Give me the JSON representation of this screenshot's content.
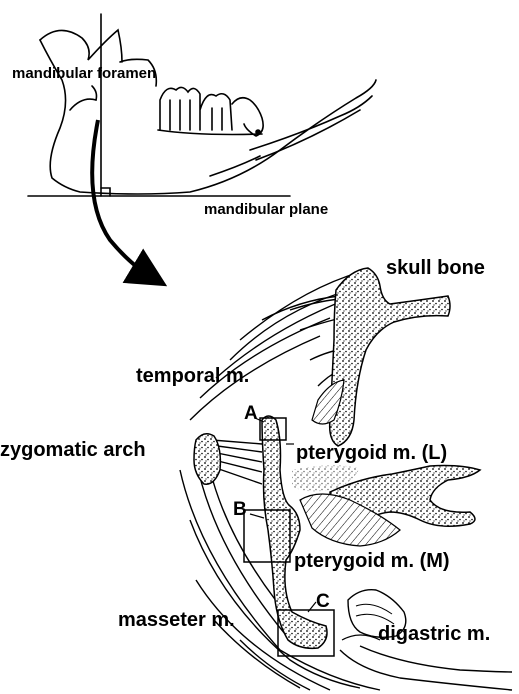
{
  "labels": {
    "mandibular_foramen": "mandibular foramen",
    "mandibular_plane": "mandibular plane",
    "skull_bone": "skull bone",
    "temporal_m": "temporal m.",
    "zygomatic_arch": "zygomatic arch",
    "pterygoid_l": "pterygoid m. (L)",
    "pterygoid_m": "pterygoid m. (M)",
    "masseter_m": "masseter m.",
    "digastric_m": "digastric m.",
    "box_a": "A",
    "box_b": "B",
    "box_c": "C"
  }
}
